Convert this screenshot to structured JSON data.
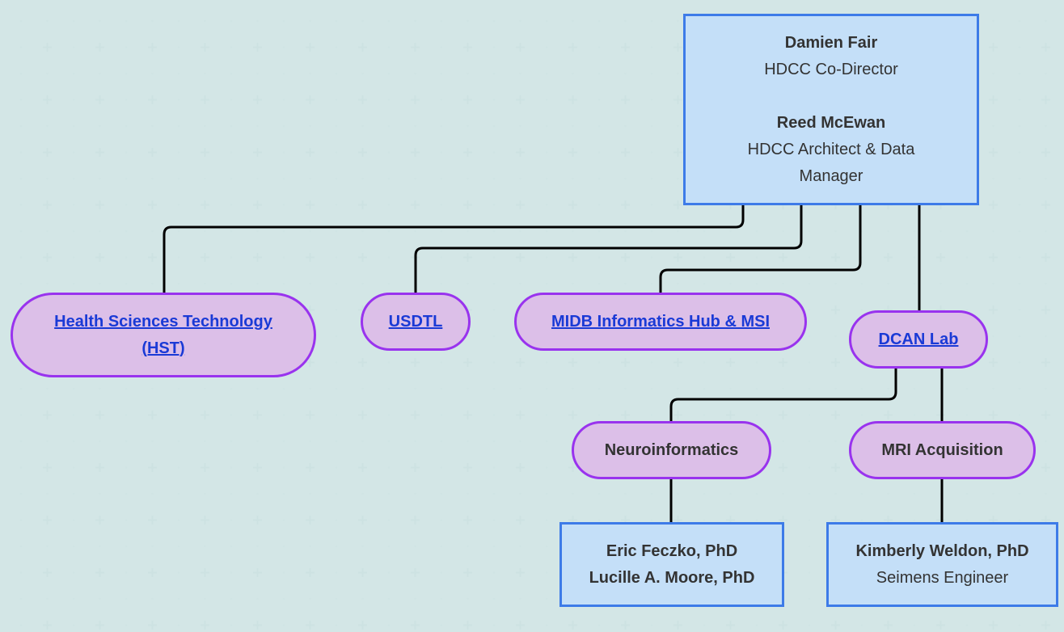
{
  "leadership": {
    "person1_name": "Damien Fair",
    "person1_role": "HDCC Co-Director",
    "person2_name": "Reed McEwan",
    "person2_role_line1": "HDCC Architect & Data",
    "person2_role_line2": "Manager"
  },
  "units": {
    "hst_line1": "Health Sciences Technology",
    "hst_line2": "(HST)",
    "usdtl": "USDTL",
    "midb": "MIDB Informatics Hub & MSI",
    "dcan": "DCAN Lab"
  },
  "groups": {
    "neuro": "Neuroinformatics",
    "mri": "MRI Acquisition"
  },
  "people": {
    "neuro_person1": "Eric Feczko, PhD",
    "neuro_person2": "Lucille A. Moore, PhD",
    "mri_person_name": "Kimberly Weldon, PhD",
    "mri_person_role": "Seimens Engineer"
  },
  "colors": {
    "rect_fill": "#c4dff8",
    "rect_border": "#3d7be8",
    "pill_fill": "#dcbfe8",
    "pill_border": "#9933ee",
    "link": "#1a3ad6",
    "connector": "#000000"
  }
}
